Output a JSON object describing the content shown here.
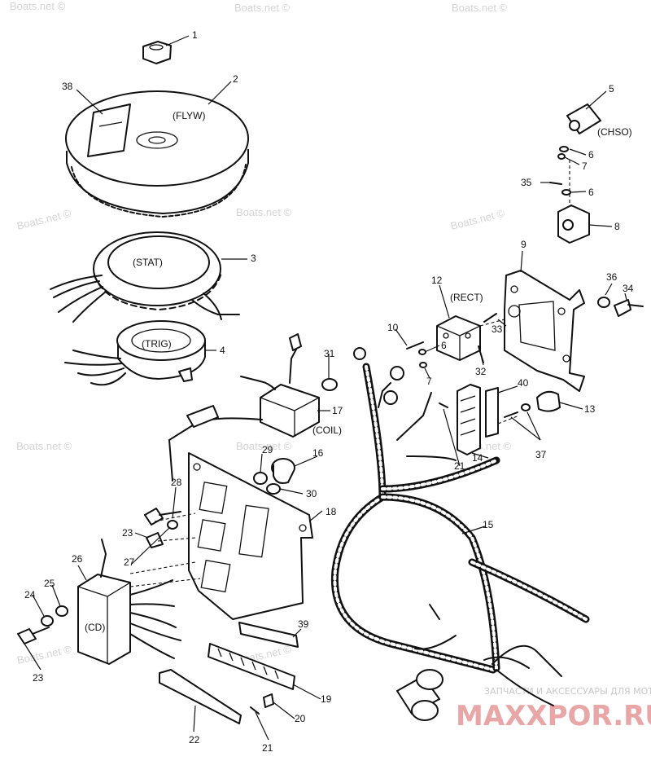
{
  "callouts": [
    "1",
    "2",
    "38",
    "3",
    "4",
    "5",
    "6",
    "7",
    "35",
    "6",
    "8",
    "9",
    "36",
    "34",
    "12",
    "33",
    "10",
    "6",
    "7",
    "32",
    "40",
    "13",
    "31",
    "17",
    "29",
    "16",
    "30",
    "28",
    "23",
    "27",
    "14",
    "21",
    "37",
    "15",
    "18",
    "26",
    "24",
    "25",
    "23",
    "39",
    "19",
    "20",
    "21",
    "22"
  ],
  "component_labels": {
    "flywheel": "(FLYW)",
    "stator": "(STAT)",
    "trigger": "(TRIG)",
    "chso": "(CHSO)",
    "rectifier": "(RECT)",
    "coil": "(COIL)",
    "cd": "(CD)"
  },
  "watermarks": {
    "site": "Boats.net ©",
    "shop_caption": "ЗАПЧАСТИ И АКСЕССУАРЫ ДЛЯ МОТОТЕХНИКИ",
    "shop_brand": "MAXXPOR.RU"
  }
}
